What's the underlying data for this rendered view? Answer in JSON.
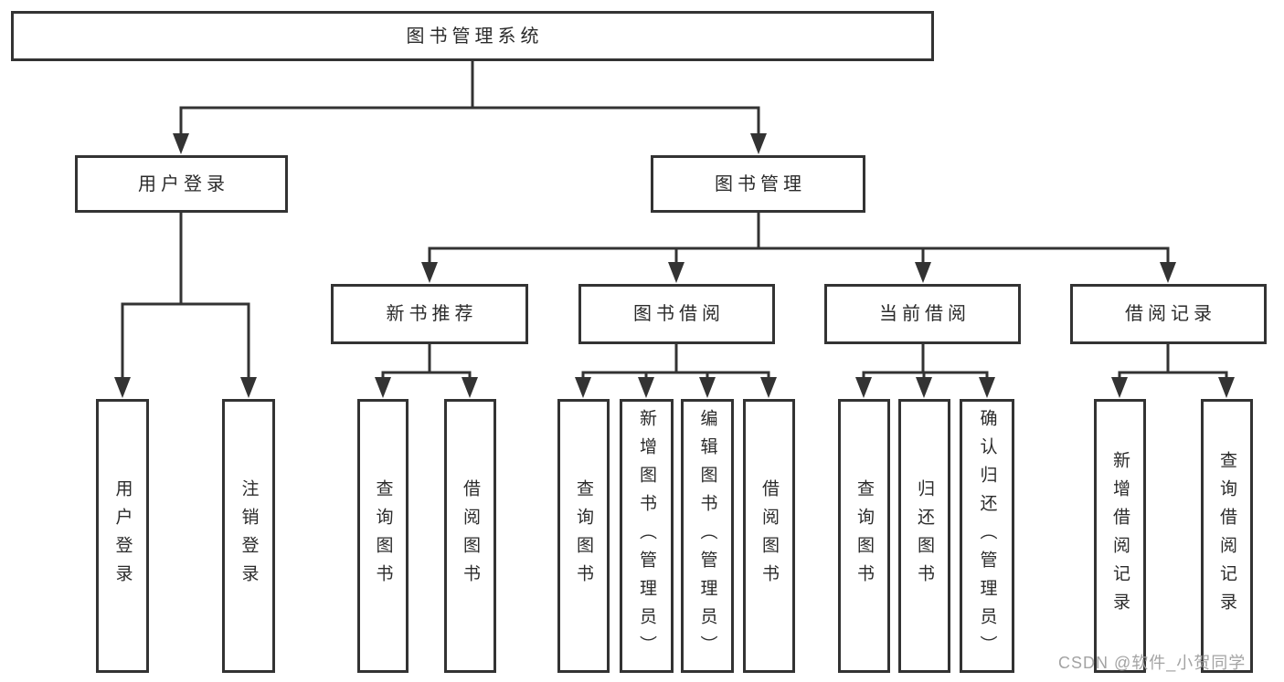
{
  "colors": {
    "line": "#333333",
    "text": "#2b2b2b",
    "background": "#ffffff",
    "watermark": "#a3a3a3"
  },
  "watermark": {
    "text": "CSDN @软件_小贺同学"
  },
  "diagram": {
    "type": "tree",
    "root": {
      "label": "图书管理系统",
      "children": [
        {
          "label": "用户登录",
          "children": [
            {
              "label": "用户登录"
            },
            {
              "label": "注销登录"
            }
          ]
        },
        {
          "label": "图书管理",
          "children": [
            {
              "label": "新书推荐",
              "children": [
                {
                  "label": "查询图书"
                },
                {
                  "label": "借阅图书"
                }
              ]
            },
            {
              "label": "图书借阅",
              "children": [
                {
                  "label": "查询图书"
                },
                {
                  "label": "新增图书（管理员）"
                },
                {
                  "label": "编辑图书（管理员）"
                },
                {
                  "label": "借阅图书"
                }
              ]
            },
            {
              "label": "当前借阅",
              "children": [
                {
                  "label": "查询图书"
                },
                {
                  "label": "归还图书"
                },
                {
                  "label": "确认归还（管理员）"
                }
              ]
            },
            {
              "label": "借阅记录",
              "children": [
                {
                  "label": "新增借阅记录"
                },
                {
                  "label": "查询借阅记录"
                }
              ]
            }
          ]
        }
      ]
    }
  }
}
